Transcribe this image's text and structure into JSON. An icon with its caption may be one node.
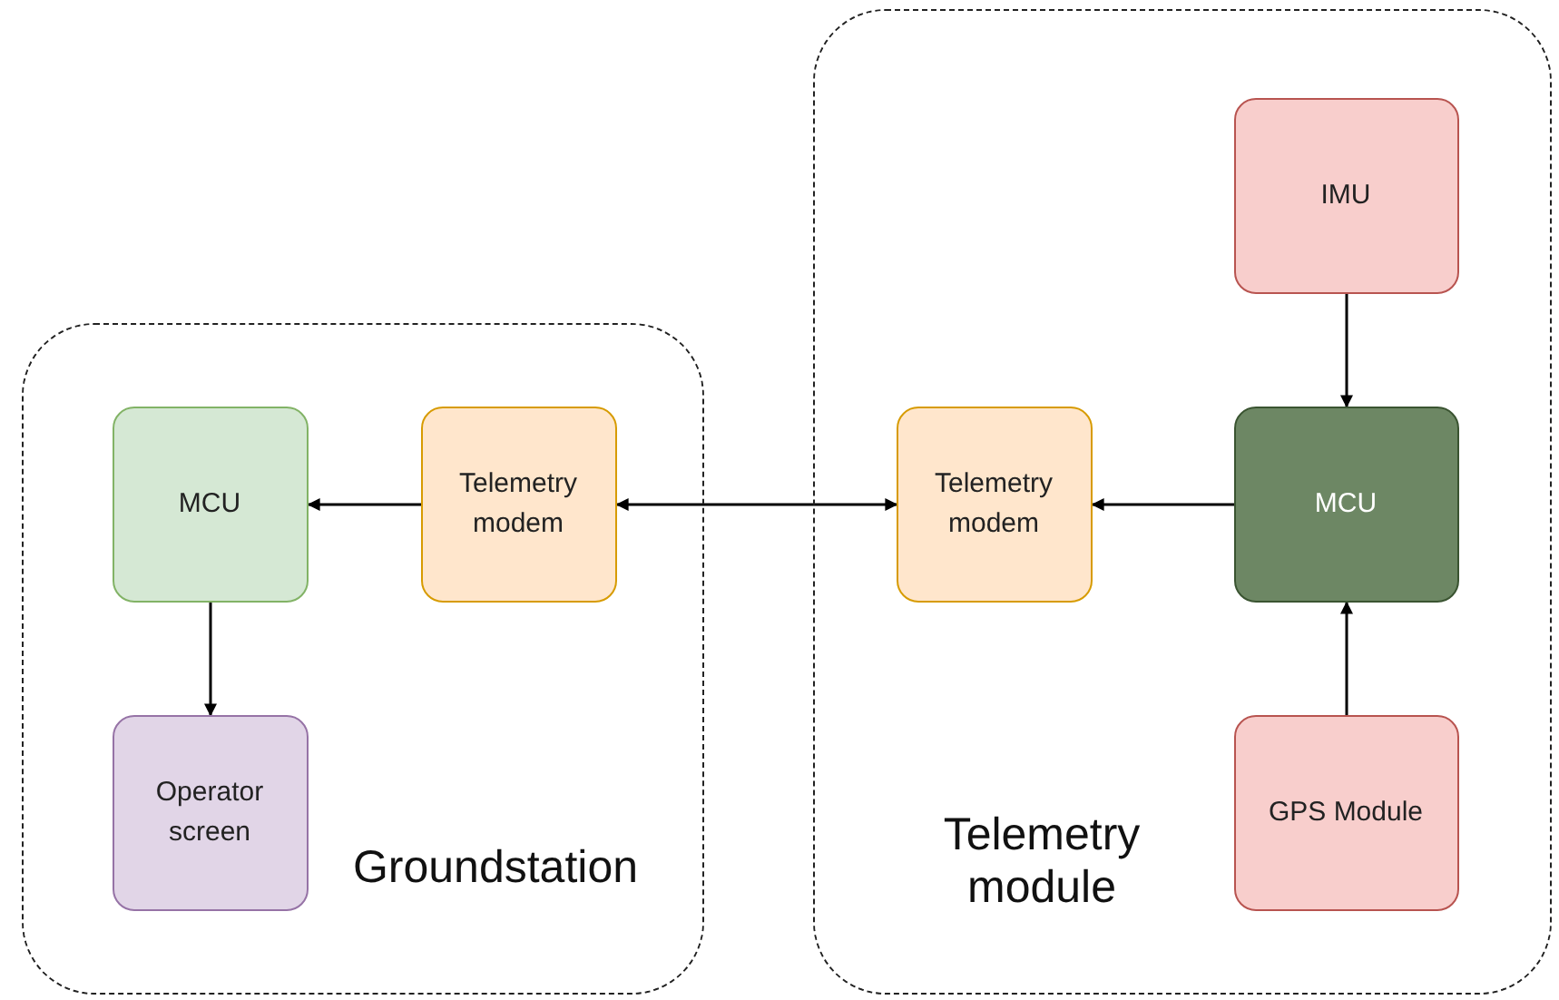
{
  "diagram": {
    "nodes": [
      {
        "text": [
          "Groundstation"
        ]
      },
      {
        "text": [
          "MCU"
        ],
        "in": 0
      },
      {
        "text": [
          "Telemetry modem"
        ],
        "in": 0
      },
      {
        "text": [
          "Operator screen"
        ],
        "in": 0
      },
      {
        "text": [
          "Telemetry module"
        ]
      },
      {
        "text": [
          "IMU"
        ],
        "in": 4
      },
      {
        "text": [
          "Telemetry modem"
        ],
        "in": 4
      },
      {
        "text": [
          "MCU"
        ],
        "in": 4
      },
      {
        "text": [
          "GPS Module"
        ],
        "in": 4
      }
    ],
    "edges": [
      {
        "from": 2,
        "to": 1,
        "arrow": "to"
      },
      {
        "from": 1,
        "to": 3,
        "arrow": "to"
      },
      {
        "from": 2,
        "to": 6,
        "arrow": "both"
      },
      {
        "from": 7,
        "to": 6,
        "arrow": "to"
      },
      {
        "from": 5,
        "to": 7,
        "arrow": "to"
      },
      {
        "from": 8,
        "to": 7,
        "arrow": "to"
      }
    ]
  }
}
